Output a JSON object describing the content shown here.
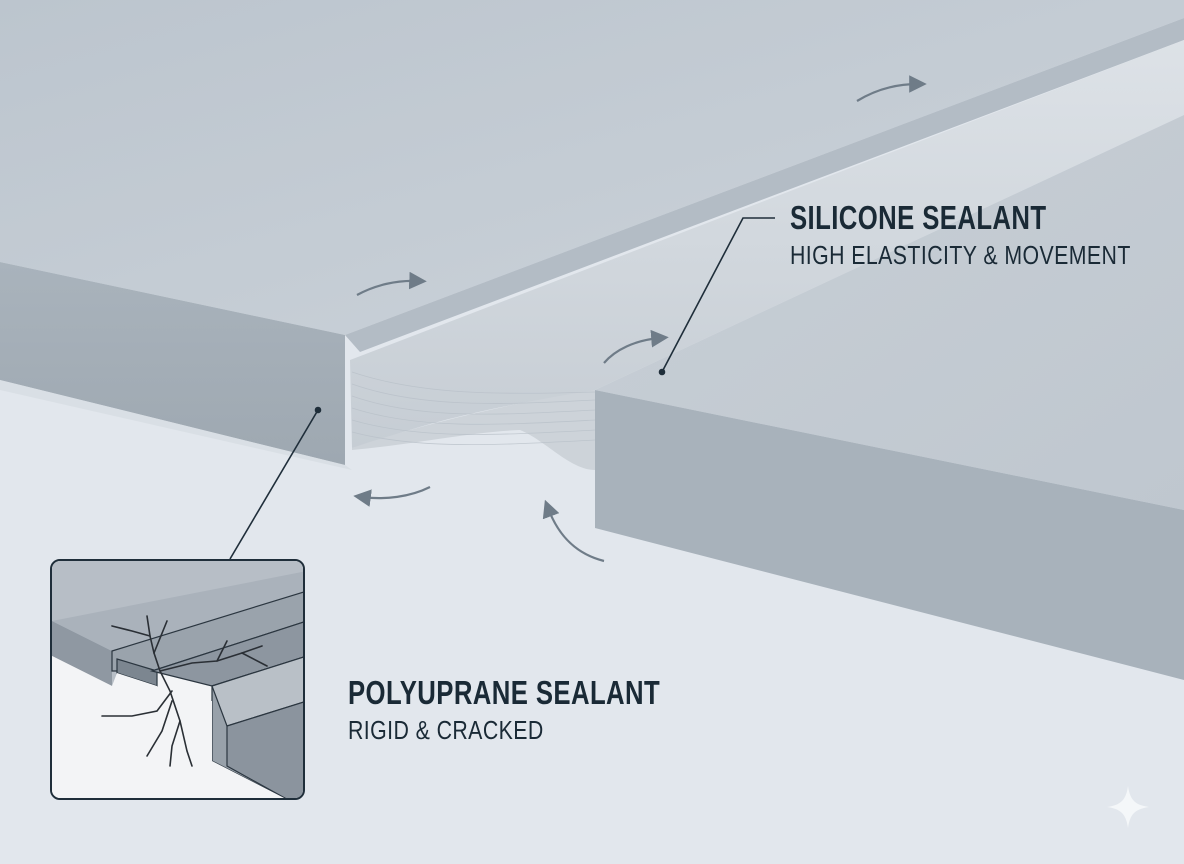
{
  "diagram": {
    "type": "technical-illustration",
    "subject": "Concrete slab expansion joint sealant comparison",
    "colors": {
      "background": "#e2e7ed",
      "slab_top": "#c4ccd4",
      "slab_side": "#a7b1ba",
      "sealant": "#d3d9df",
      "text": "#1a2a36",
      "arrows": "#7d8a96",
      "inset_border": "#1f2e3a"
    }
  },
  "labels": {
    "silicone": {
      "title": "SILICONE SEALANT",
      "subtitle": "HIGH ELASTICITY & MOVEMENT"
    },
    "polyurethane": {
      "title": "POLYUPRANE SEALANT",
      "subtitle": "RIGID & CRACKED"
    }
  },
  "icons": {
    "movement_arrows": [
      "curved-arrow-right",
      "curved-arrow-right",
      "curved-arrow-up",
      "curved-arrow-left",
      "curved-arrow-up-left"
    ],
    "corner_mark": "sparkle-icon"
  }
}
